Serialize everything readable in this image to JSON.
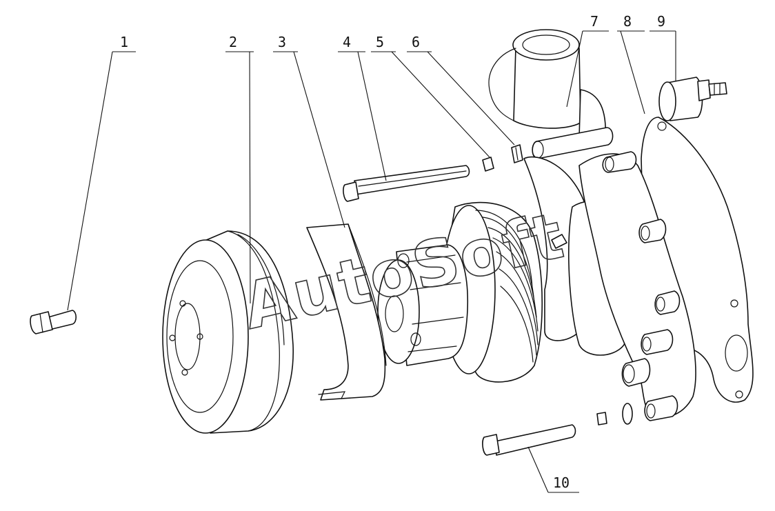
{
  "callouts": [
    {
      "id": "1",
      "label": "1"
    },
    {
      "id": "2",
      "label": "2"
    },
    {
      "id": "3",
      "label": "3"
    },
    {
      "id": "4",
      "label": "4"
    },
    {
      "id": "5",
      "label": "5"
    },
    {
      "id": "6",
      "label": "6"
    },
    {
      "id": "7",
      "label": "7"
    },
    {
      "id": "8",
      "label": "8"
    },
    {
      "id": "9",
      "label": "9"
    },
    {
      "id": "10",
      "label": "10"
    }
  ],
  "watermark": "AutoSoft",
  "colors": {
    "line": "#111111",
    "background": "#ffffff"
  }
}
